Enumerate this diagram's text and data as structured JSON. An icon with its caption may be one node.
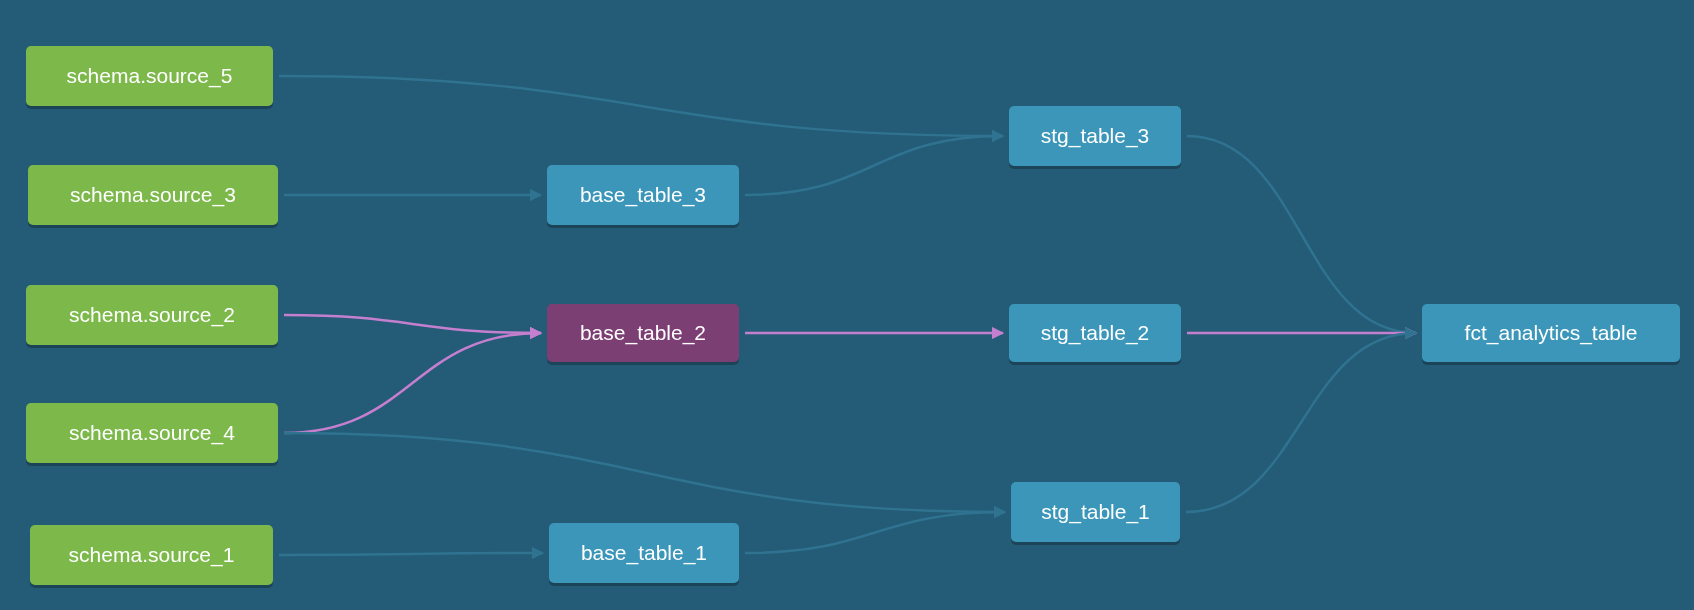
{
  "diagram": {
    "nodes": [
      {
        "text": [
          "schema.source_5"
        ]
      },
      {
        "text": [
          "schema.source_3"
        ]
      },
      {
        "text": [
          "schema.source_2"
        ]
      },
      {
        "text": [
          "schema.source_4"
        ]
      },
      {
        "text": [
          "schema.source_1"
        ]
      },
      {
        "text": [
          "base_table_3"
        ]
      },
      {
        "text": [
          "base_table_2"
        ]
      },
      {
        "text": [
          "base_table_1"
        ]
      },
      {
        "text": [
          "stg_table_3"
        ]
      },
      {
        "text": [
          "stg_table_2"
        ]
      },
      {
        "text": [
          "stg_table_1"
        ]
      },
      {
        "text": [
          "fct_analytics_table"
        ]
      }
    ],
    "edges": [
      {
        "from": 0,
        "to": 8,
        "arrow": "to"
      },
      {
        "from": 1,
        "to": 5,
        "arrow": "to"
      },
      {
        "from": 5,
        "to": 8,
        "arrow": "to"
      },
      {
        "from": 2,
        "to": 6,
        "arrow": "to",
        "color": "#c57fcf"
      },
      {
        "from": 3,
        "to": 6,
        "arrow": "to",
        "color": "#c57fcf"
      },
      {
        "from": 6,
        "to": 9,
        "arrow": "to",
        "color": "#c57fcf"
      },
      {
        "from": 3,
        "to": 10,
        "arrow": "to"
      },
      {
        "from": 4,
        "to": 7,
        "arrow": "to"
      },
      {
        "from": 7,
        "to": 10,
        "arrow": "to"
      },
      {
        "from": 8,
        "to": 11,
        "arrow": "to"
      },
      {
        "from": 9,
        "to": 11,
        "arrow": "to",
        "color": "#c57fcf"
      },
      {
        "from": 10,
        "to": 11,
        "arrow": "to"
      }
    ]
  }
}
